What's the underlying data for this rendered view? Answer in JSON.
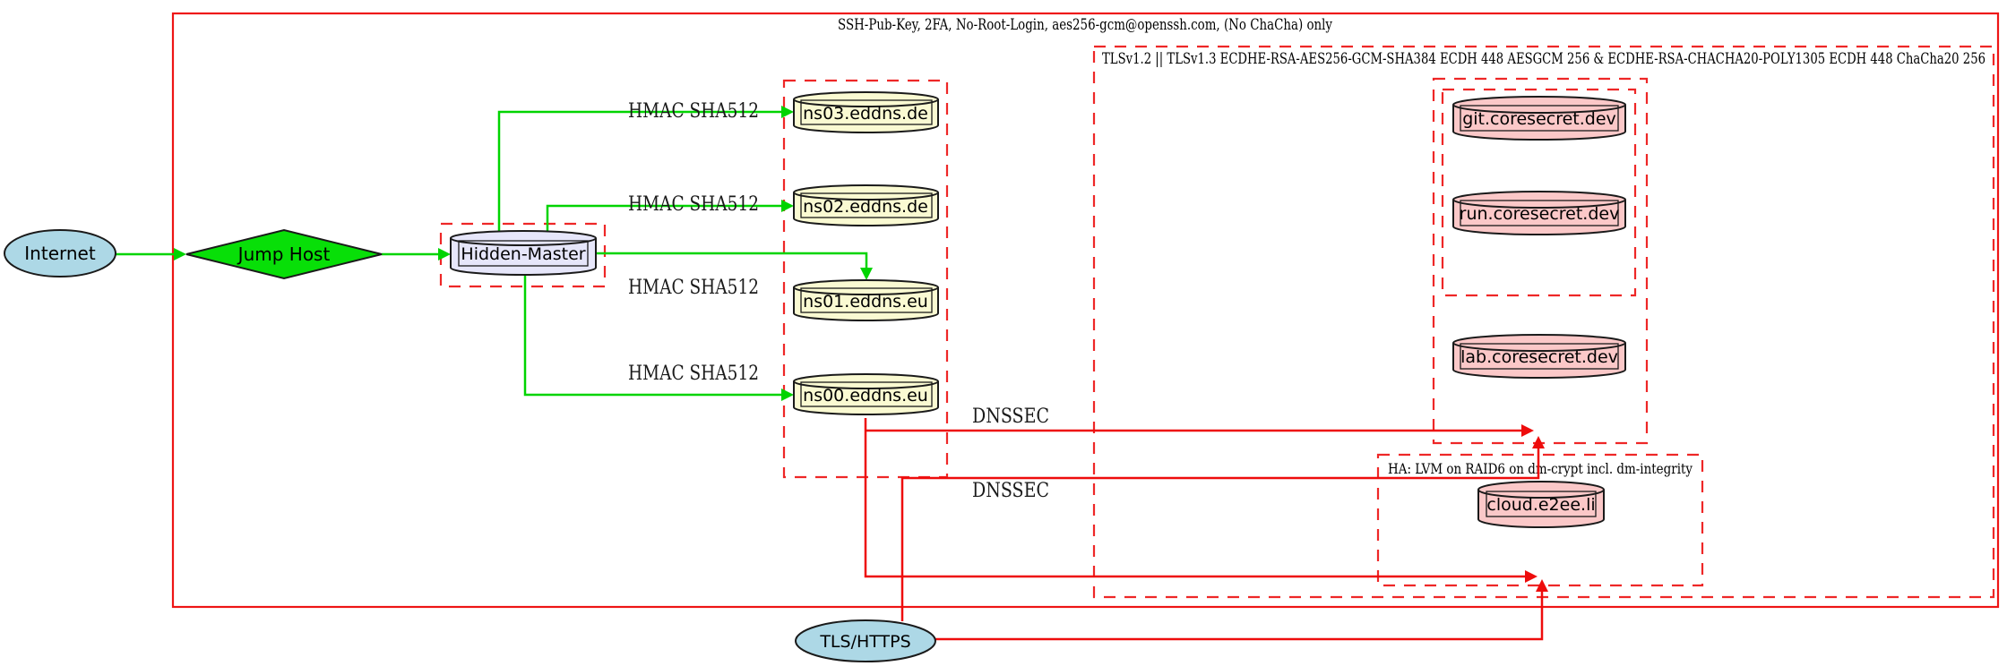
{
  "clusters": {
    "ssh": "SSH-Pub-Key, 2FA, No-Root-Login, aes256-gcm@openssh.com, (No ChaCha) only",
    "tls": "TLSv1.2 || TLSv1.3 ECDHE-RSA-AES256-GCM-SHA384 ECDH 448 AESGCM 256 & ECDHE-RSA-CHACHA20-POLY1305 ECDH 448 ChaCha20 256",
    "ha": "HA: LVM on RAID6 on dm-crypt incl. dm-integrity"
  },
  "nodes": {
    "internet": "Internet",
    "jump_host": "Jump Host",
    "hidden_master": "Hidden-Master",
    "ns03": "ns03.eddns.de",
    "ns02": "ns02.eddns.de",
    "ns01": "ns01.eddns.eu",
    "ns00": "ns00.eddns.eu",
    "git": "git.coresecret.dev",
    "run": "run.coresecret.dev",
    "lab": "lab.coresecret.dev",
    "cloud": "cloud.e2ee.li",
    "tls_https": "TLS/HTTPS"
  },
  "edge_labels": {
    "hmac_ns03": "HMAC SHA512",
    "hmac_ns02": "HMAC SHA512",
    "hmac_ns01": "HMAC SHA512",
    "hmac_ns00": "HMAC SHA512",
    "dnssec_upper": "DNSSEC",
    "dnssec_lower": "DNSSEC"
  },
  "colors": {
    "cluster_red_solid": "#ee1515",
    "cluster_red_dashed": "#ee2727",
    "edge_green": "#00d400",
    "edge_red": "#ee0c0c",
    "node_lightblue": "#add8e6",
    "node_green": "#08df08",
    "node_lavender": "#e6e6fa",
    "node_lightyellow": "#fafad2",
    "node_pink": "#fbc8c8"
  }
}
